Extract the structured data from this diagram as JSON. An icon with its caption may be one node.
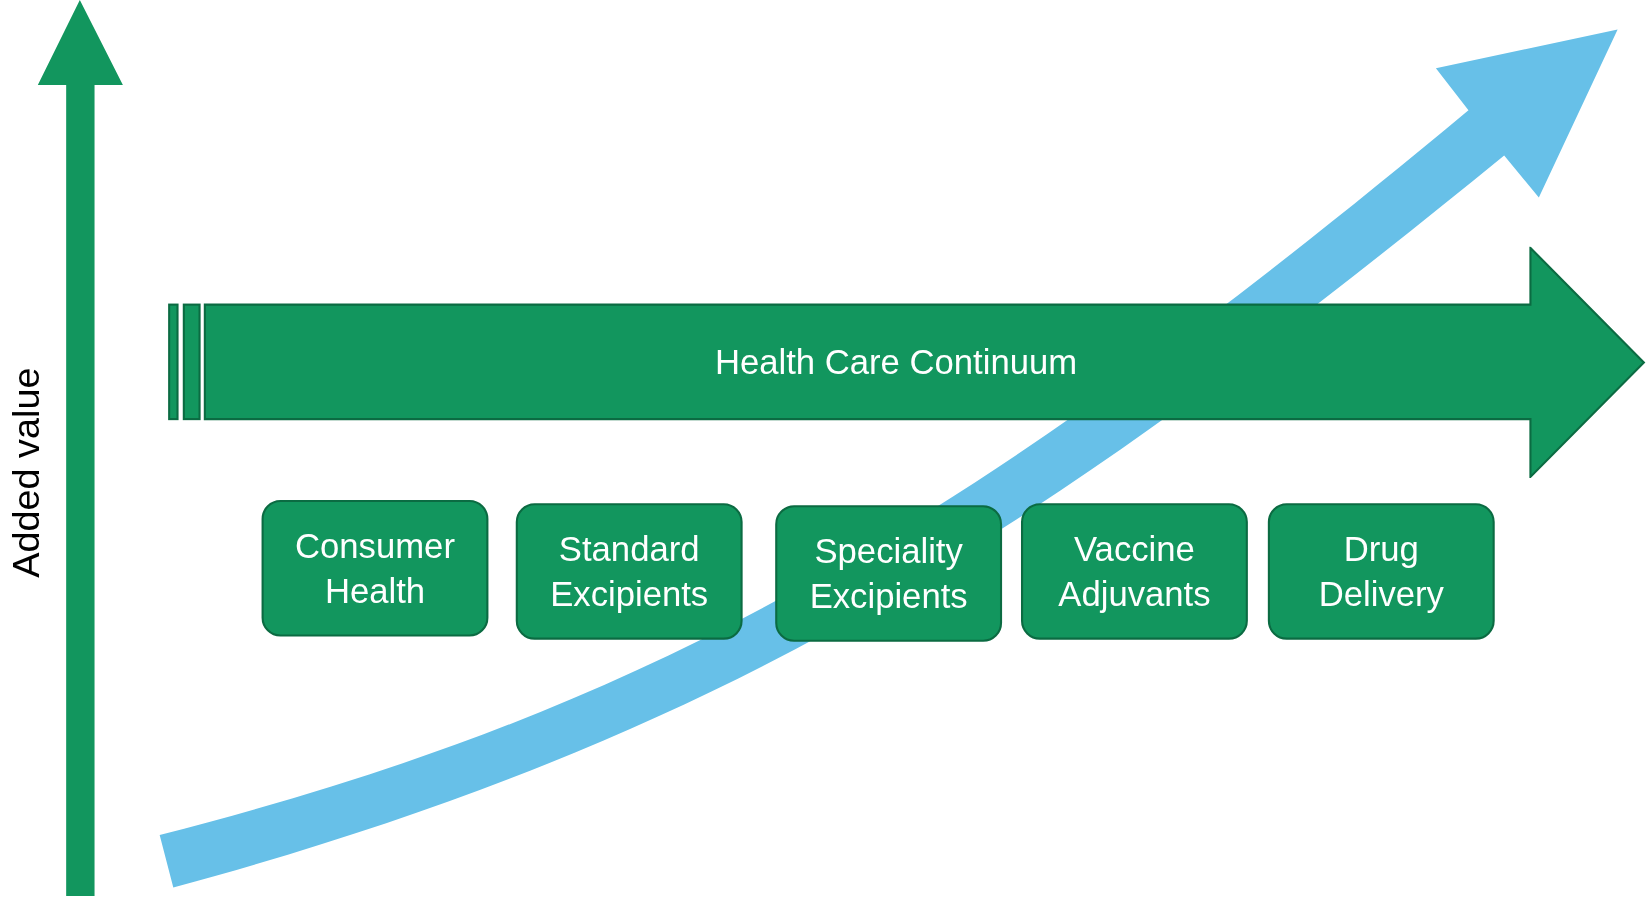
{
  "diagram": {
    "nodes": [
      {
        "text": [
          "Health Care Continuum"
        ]
      },
      {
        "text": [
          "Consumer Health"
        ]
      },
      {
        "text": [
          "Standard Excipients"
        ]
      },
      {
        "text": [
          "Speciality Excipients"
        ]
      },
      {
        "text": [
          "Vaccine Adjuvants"
        ]
      },
      {
        "text": [
          "Drug Delivery"
        ]
      }
    ],
    "edges": [],
    "labels": [
      "Added value"
    ]
  }
}
